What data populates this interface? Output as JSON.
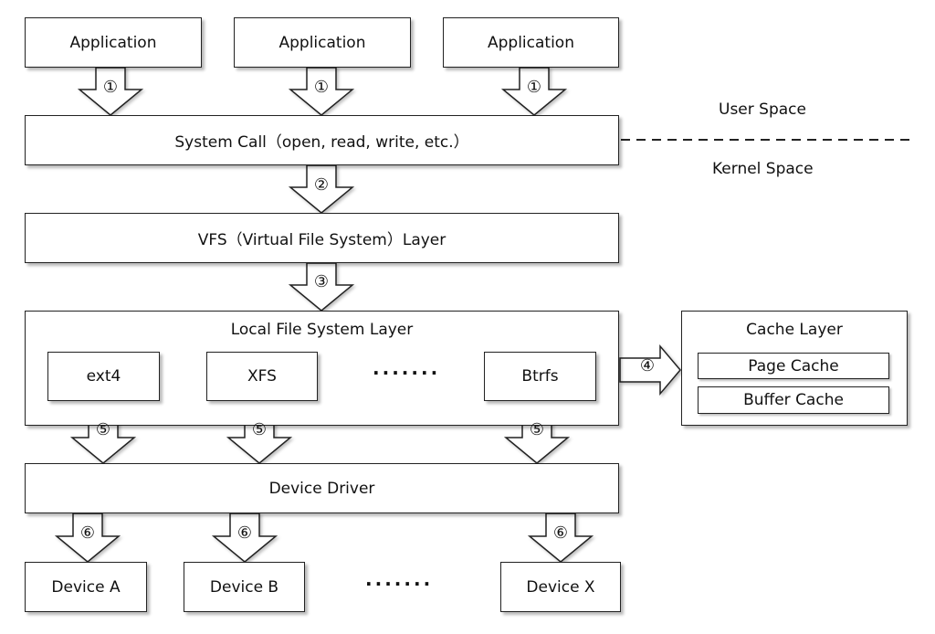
{
  "applications": [
    "Application",
    "Application",
    "Application"
  ],
  "system_call": "System Call（open, read, write, etc.）",
  "space_labels": {
    "user": "User Space",
    "kernel": "Kernel Space"
  },
  "vfs": "VFS（Virtual File System）Layer",
  "local_fs": {
    "title": "Local File System Layer",
    "filesystems": [
      "ext4",
      "XFS",
      "Btrfs"
    ],
    "ellipsis": "·······"
  },
  "cache": {
    "title": "Cache Layer",
    "items": [
      "Page Cache",
      "Buffer Cache"
    ]
  },
  "device_driver": "Device Driver",
  "devices": {
    "items": [
      "Device A",
      "Device B",
      "Device X"
    ],
    "ellipsis": "·······"
  },
  "steps": {
    "s1": "①",
    "s2": "②",
    "s3": "③",
    "s4": "④",
    "s5": "⑤",
    "s6": "⑥"
  }
}
